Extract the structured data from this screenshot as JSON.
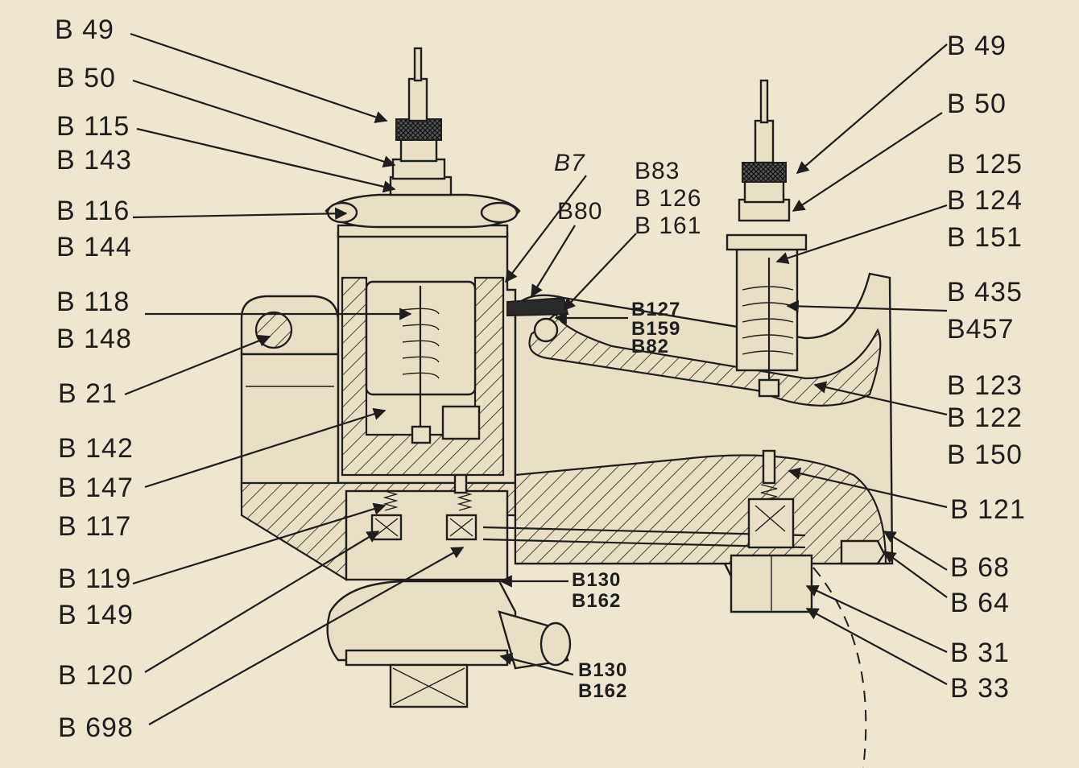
{
  "labels": {
    "l_b49": "B 49",
    "l_b50": "B 50",
    "l_b115": "B 115",
    "l_b143": "B 143",
    "l_b116": "B 116",
    "l_b144": "B 144",
    "l_b118": "B 118",
    "l_b148": "B 148",
    "l_b21": "B 21",
    "l_b142": "B 142",
    "l_b147": "B 147",
    "l_b117": "B 117",
    "l_b119": "B 119",
    "l_b149": "B 149",
    "l_b120": "B 120",
    "l_b698": "B 698",
    "c_b7": "B7",
    "c_b80": "B80",
    "c_b83": "B83",
    "c_b126": "B 126",
    "c_b161": "B 161",
    "c_b127": "B127",
    "c_b159": "B159",
    "c_b82": "B82",
    "c_b130a": "B130",
    "c_b162a": "B162",
    "c_b130b": "B130",
    "c_b162b": "B162",
    "r_b49": "B 49",
    "r_b50": "B 50",
    "r_b125": "B 125",
    "r_b124": "B 124",
    "r_b151": "B 151",
    "r_b435": "B 435",
    "r_b457": "B457",
    "r_b123": "B 123",
    "r_b122": "B 122",
    "r_b150": "B 150",
    "r_b121": "B 121",
    "r_b68": "B 68",
    "r_b64": "B 64",
    "r_b31": "B 31",
    "r_b33": "B 33"
  }
}
